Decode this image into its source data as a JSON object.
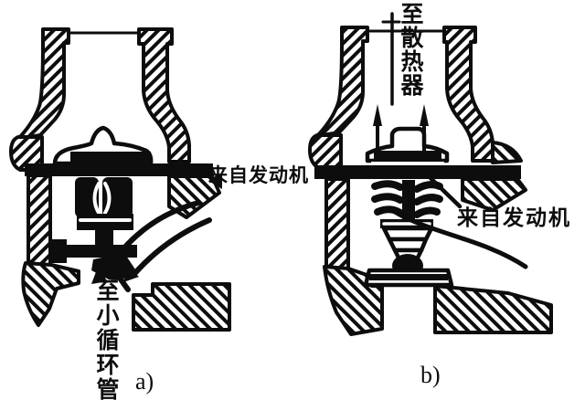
{
  "colors": {
    "ink": "#0d0d0d",
    "paper": "#ffffff"
  },
  "panels": [
    {
      "id": "a",
      "caption": "a)",
      "label_from_engine": "来自发动机",
      "label_outlet": "至小循环管"
    },
    {
      "id": "b",
      "caption": "b)",
      "label_from_engine": "来自发动机",
      "label_outlet": "至散热器"
    }
  ]
}
